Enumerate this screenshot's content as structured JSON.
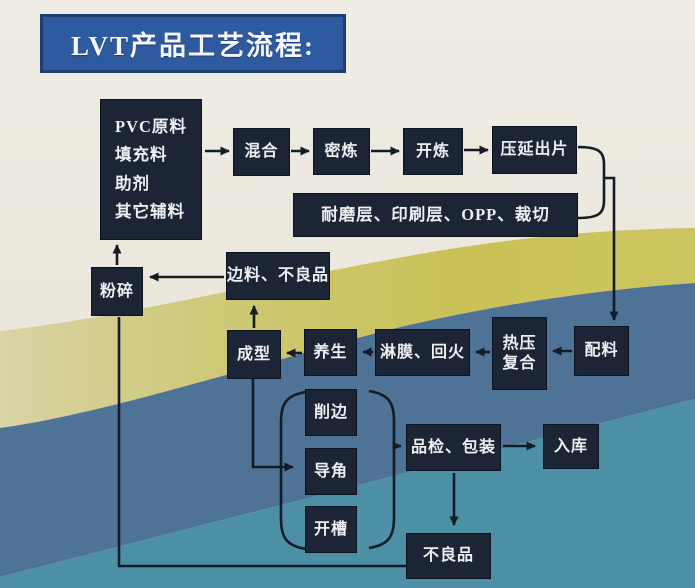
{
  "title": "LVT产品工艺流程:",
  "nodes": {
    "materials": {
      "lines": [
        "PVC原料",
        "填充料",
        "助剂",
        "其它辅料"
      ]
    },
    "mixing": "混合",
    "banbury": "密炼",
    "open_mill": "开炼",
    "calendering": "压延出片",
    "surface_layers": "耐磨层、印刷层、OPP、裁切",
    "crushing": "粉碎",
    "scrap": "边料、不良品",
    "forming": "成型",
    "curing": "养生",
    "coating": "淋膜、回火",
    "hot_press": {
      "lines": [
        "热压",
        "复合"
      ]
    },
    "batching": "配料",
    "trimming": "削边",
    "chamfering": "导角",
    "grooving": "开槽",
    "inspection": "品检、包装",
    "warehousing": "入库",
    "defective": "不良品"
  },
  "edges": [
    {
      "from": "materials",
      "to": "mixing"
    },
    {
      "from": "mixing",
      "to": "banbury"
    },
    {
      "from": "banbury",
      "to": "open_mill"
    },
    {
      "from": "open_mill",
      "to": "calendering"
    },
    {
      "from": "calendering+surface_layers",
      "to": "batching"
    },
    {
      "from": "batching",
      "to": "hot_press"
    },
    {
      "from": "hot_press",
      "to": "coating"
    },
    {
      "from": "coating",
      "to": "curing"
    },
    {
      "from": "curing",
      "to": "forming"
    },
    {
      "from": "forming",
      "to": "scrap"
    },
    {
      "from": "scrap",
      "to": "crushing"
    },
    {
      "from": "crushing",
      "to": "materials"
    },
    {
      "from": "forming",
      "to": "trimming+chamfering+grooving"
    },
    {
      "from": "trimming+chamfering+grooving",
      "to": "inspection"
    },
    {
      "from": "inspection",
      "to": "warehousing"
    },
    {
      "from": "inspection",
      "to": "defective"
    },
    {
      "from": "defective",
      "to": "crushing"
    }
  ],
  "colors": {
    "title_bg": "#2e5aa0",
    "title_border": "#1d3e6e",
    "node_bg": "#1b2535",
    "node_text": "#edeff2",
    "arrow": "#141c27",
    "band_cream": "#eae5da",
    "band_yellow": "#ccc45e",
    "band_slate": "#4f7396",
    "band_teal": "#4d90a5"
  }
}
